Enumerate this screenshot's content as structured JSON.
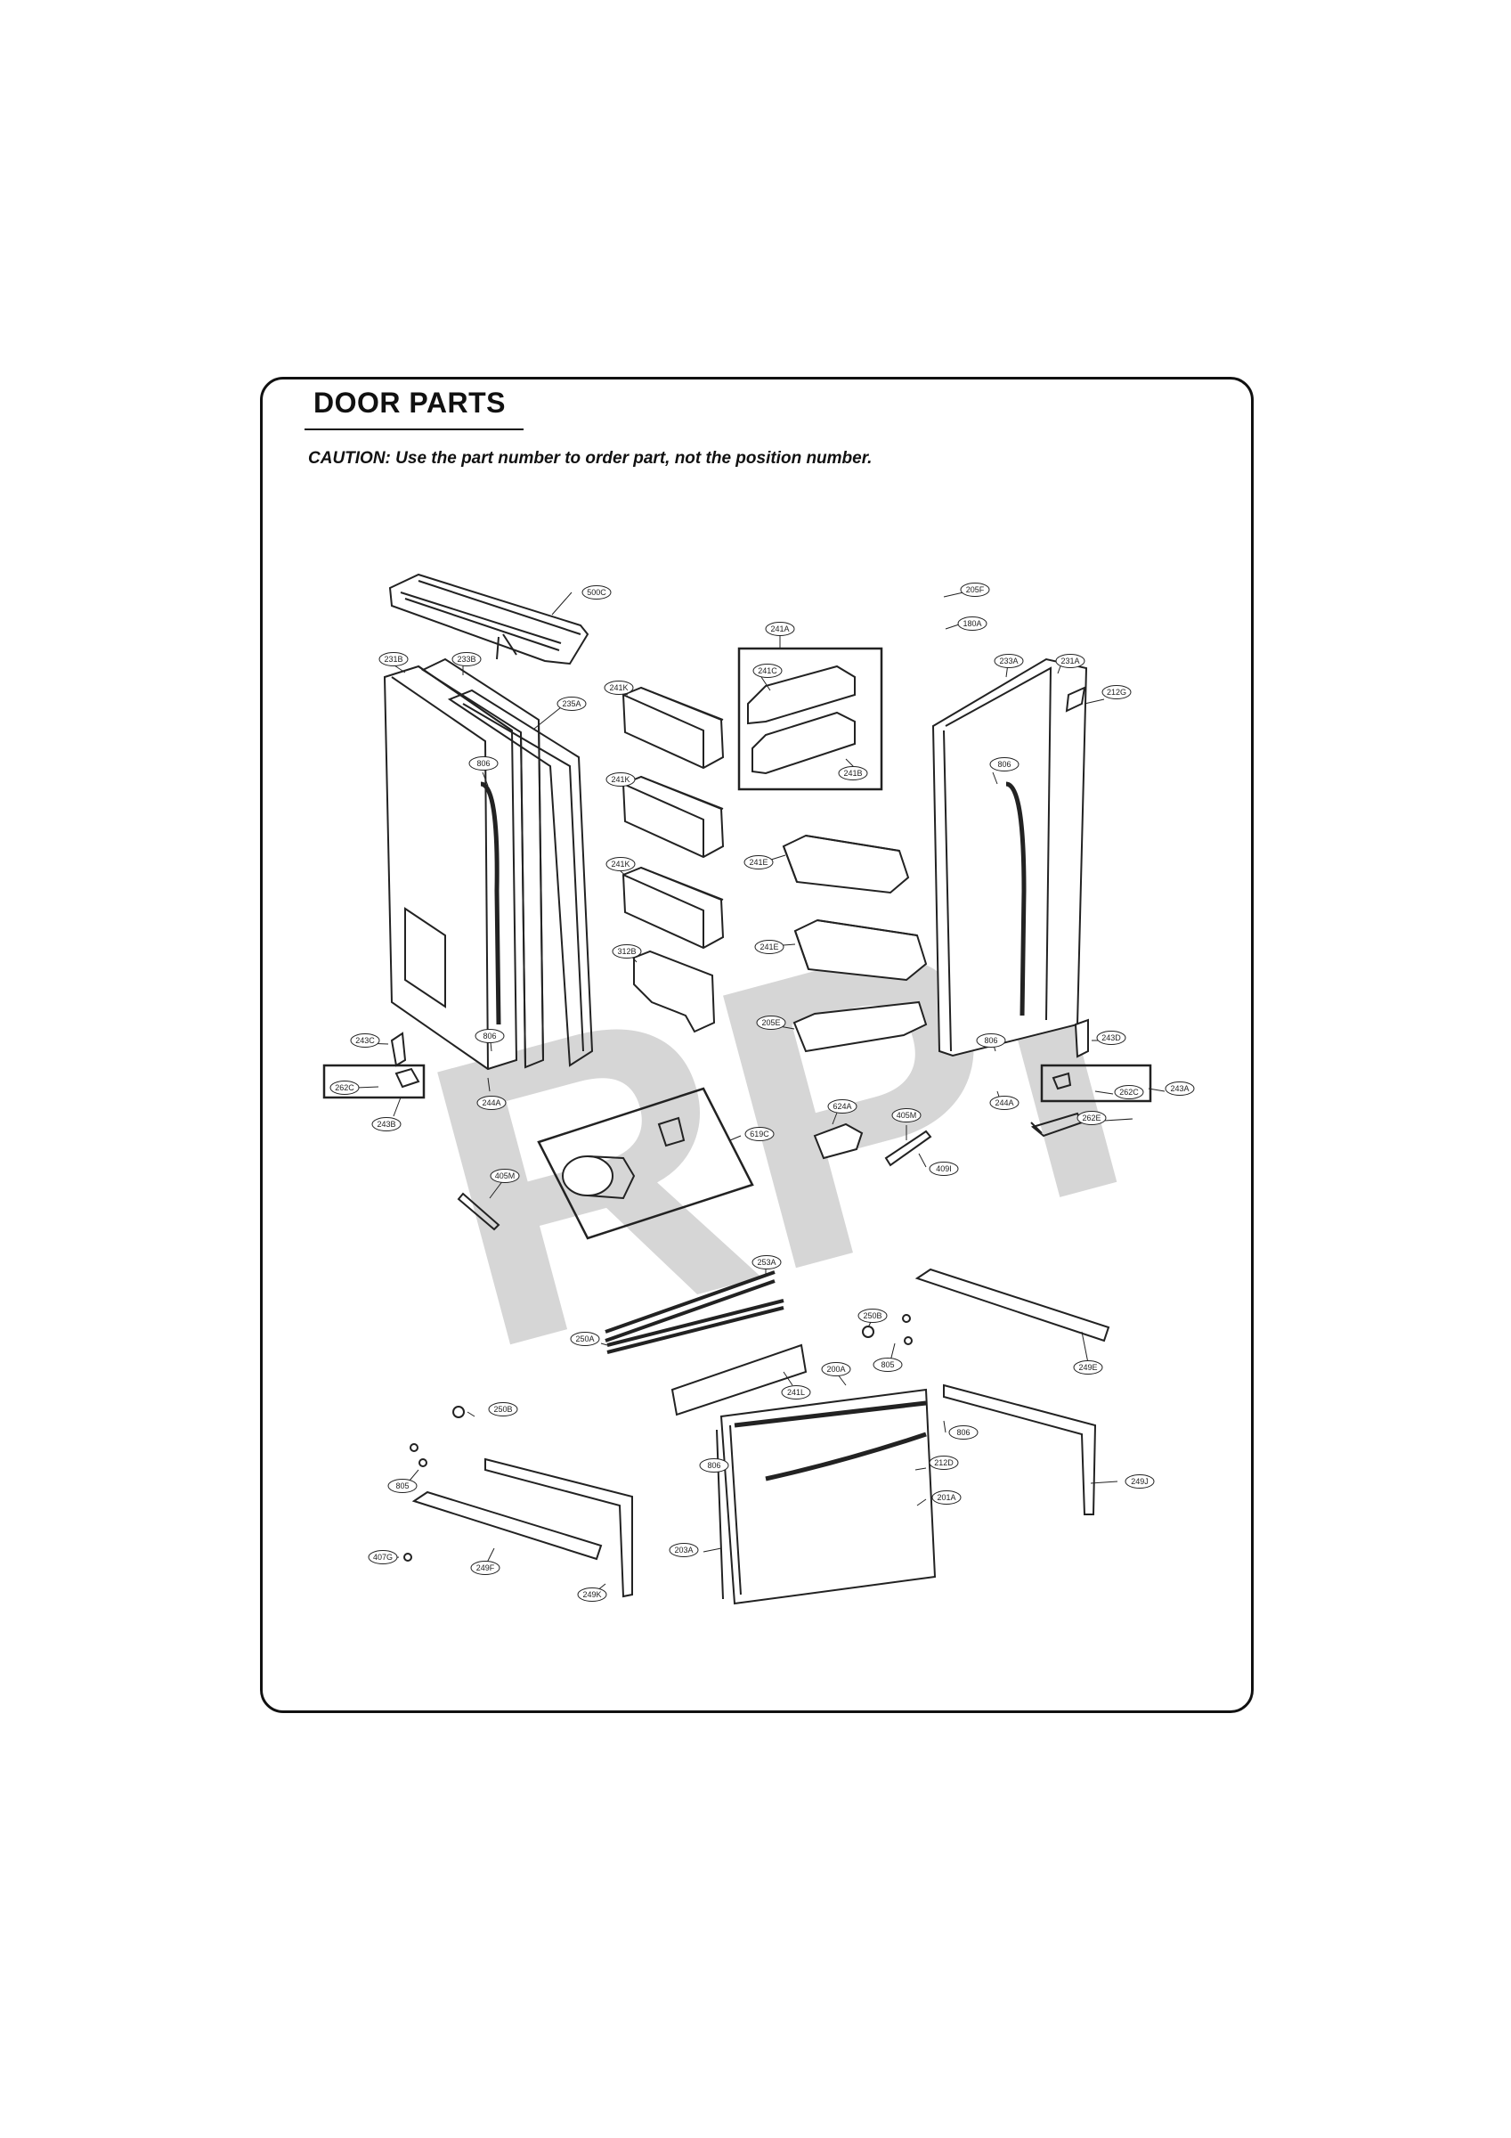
{
  "section_title": "DOOR PARTS",
  "caution": "CAUTION: Use the part number to order part, not the position number.",
  "watermark": "RPI",
  "callouts": [
    {
      "id": "c500C",
      "label": "500C"
    },
    {
      "id": "c205F",
      "label": "205F"
    },
    {
      "id": "c180A",
      "label": "180A"
    },
    {
      "id": "c241A",
      "label": "241A"
    },
    {
      "id": "c231B",
      "label": "231B"
    },
    {
      "id": "c233B",
      "label": "233B"
    },
    {
      "id": "c235A",
      "label": "235A"
    },
    {
      "id": "c241K1",
      "label": "241K"
    },
    {
      "id": "c241C",
      "label": "241C"
    },
    {
      "id": "c241B",
      "label": "241B"
    },
    {
      "id": "c233A",
      "label": "233A"
    },
    {
      "id": "c231A",
      "label": "231A"
    },
    {
      "id": "c212G",
      "label": "212G"
    },
    {
      "id": "c806a",
      "label": "806"
    },
    {
      "id": "c241K2",
      "label": "241K"
    },
    {
      "id": "c806b",
      "label": "806"
    },
    {
      "id": "c241E1",
      "label": "241E"
    },
    {
      "id": "c241K3",
      "label": "241K"
    },
    {
      "id": "c241E2",
      "label": "241E"
    },
    {
      "id": "c312B",
      "label": "312B"
    },
    {
      "id": "c205E",
      "label": "205E"
    },
    {
      "id": "c243C",
      "label": "243C"
    },
    {
      "id": "c806c",
      "label": "806"
    },
    {
      "id": "c806d",
      "label": "806"
    },
    {
      "id": "c243D",
      "label": "243D"
    },
    {
      "id": "c262Ca",
      "label": "262C"
    },
    {
      "id": "c262Cb",
      "label": "262C"
    },
    {
      "id": "c243A",
      "label": "243A"
    },
    {
      "id": "c244Aa",
      "label": "244A"
    },
    {
      "id": "c624A",
      "label": "624A"
    },
    {
      "id": "c405Ma",
      "label": "405M"
    },
    {
      "id": "c244Ab",
      "label": "244A"
    },
    {
      "id": "c243B",
      "label": "243B"
    },
    {
      "id": "c262E",
      "label": "262E"
    },
    {
      "id": "c619C",
      "label": "619C"
    },
    {
      "id": "c409I",
      "label": "409I"
    },
    {
      "id": "c405Mb",
      "label": "405M"
    },
    {
      "id": "c253A",
      "label": "253A"
    },
    {
      "id": "c250Ba",
      "label": "250B"
    },
    {
      "id": "c250A",
      "label": "250A"
    },
    {
      "id": "c805a",
      "label": "805"
    },
    {
      "id": "c249E",
      "label": "249E"
    },
    {
      "id": "c200A",
      "label": "200A"
    },
    {
      "id": "c241L",
      "label": "241L"
    },
    {
      "id": "c250Bb",
      "label": "250B"
    },
    {
      "id": "c806e",
      "label": "806"
    },
    {
      "id": "c806f",
      "label": "806"
    },
    {
      "id": "c212D",
      "label": "212D"
    },
    {
      "id": "c249J",
      "label": "249J"
    },
    {
      "id": "c805b",
      "label": "805"
    },
    {
      "id": "c201A",
      "label": "201A"
    },
    {
      "id": "c203A",
      "label": "203A"
    },
    {
      "id": "c407G",
      "label": "407G"
    },
    {
      "id": "c249F",
      "label": "249F"
    },
    {
      "id": "c249K",
      "label": "249K"
    }
  ]
}
